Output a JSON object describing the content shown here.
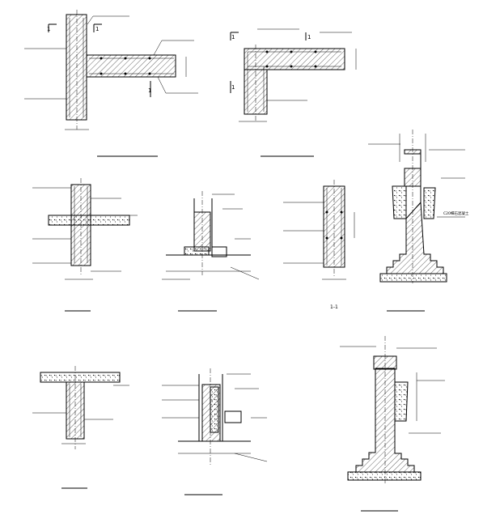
{
  "captions": {
    "d1": "",
    "d2": "",
    "d3": "",
    "d4": "",
    "d5": "1-1",
    "d6": "",
    "d7": "",
    "d8": "",
    "d8_sub": "",
    "d9": ""
  },
  "section_marks": {
    "one": "1"
  },
  "callouts": {
    "d6_right": "C20细石混凝土",
    "d9_right": ""
  }
}
